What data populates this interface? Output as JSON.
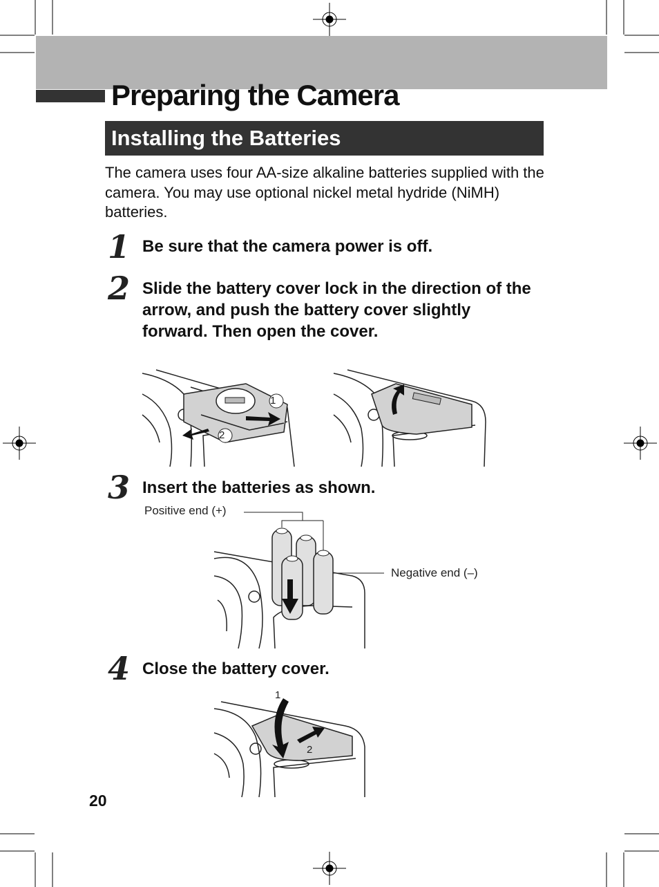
{
  "page": {
    "title": "Preparing the Camera",
    "section_title": "Installing the Batteries",
    "intro": "The camera uses four AA-size alkaline batteries supplied with the camera. You may use optional nickel metal hydride (NiMH) batteries.",
    "page_number": "20"
  },
  "steps": [
    {
      "number": "1",
      "text": "Be sure that the camera power is off."
    },
    {
      "number": "2",
      "text": "Slide the battery cover lock in the direction of the arrow, and push the battery cover slightly forward. Then open the cover."
    },
    {
      "number": "3",
      "text": "Insert the batteries as shown."
    },
    {
      "number": "4",
      "text": "Close the battery cover."
    }
  ],
  "callouts": {
    "positive_end": "Positive end (+)",
    "negative_end": "Negative end (–)",
    "step2_marker_1": "1",
    "step2_marker_2": "2",
    "step4_marker_1": "1",
    "step4_marker_2": "2"
  },
  "colors": {
    "header_band": "#b3b3b3",
    "section_bar": "#333333"
  }
}
